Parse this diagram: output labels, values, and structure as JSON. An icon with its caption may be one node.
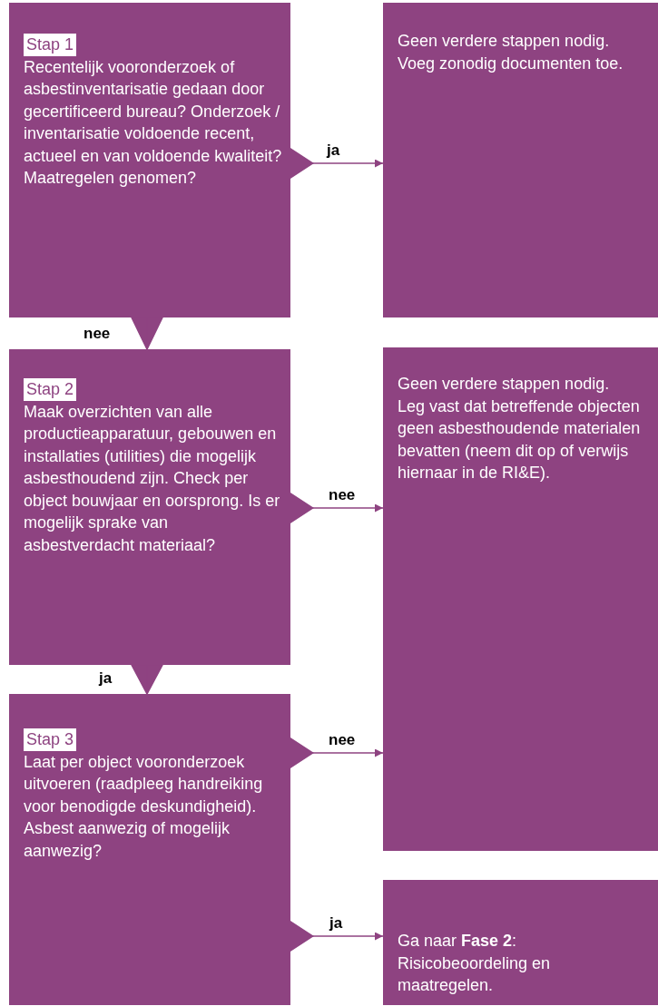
{
  "diagram": {
    "nodes": [
      {
        "text": [
          "Stap 1",
          "Recentelijk vooronderzoek of asbestinventarisatie gedaan door gecertificeerd bureau? Onderzoek / inventarisatie voldoende recent, actueel en van voldoende kwaliteit? Maatregelen genomen?"
        ]
      },
      {
        "text": [
          "Geen verdere stappen nodig. Voeg zonodig documenten toe."
        ]
      },
      {
        "text": [
          "Stap 2",
          "Maak overzichten van alle productieapparatuur, gebouwen en installaties (utilities) die mogelijk asbesthoudend zijn. Check per object bouwjaar en oorsprong. Is er mogelijk sprake van asbestverdacht materiaal?"
        ]
      },
      {
        "text": [
          "Geen verdere stappen nodig.",
          "Leg vast dat betreffende objecten geen asbesthoudende materialen bevatten (neem dit op of verwijs hiernaar in de RI&E)."
        ]
      },
      {
        "text": [
          "Stap 3",
          "Laat per object vooronderzoek uitvoeren (raadpleeg handreiking voor benodigde deskundigheid). Asbest aanwezig of mogelijk aanwezig?"
        ]
      },
      {
        "text": [
          "Ga naar **Fase 2**: Risicobeoordeling en maatregelen."
        ]
      }
    ],
    "edges": [
      {
        "from": 0,
        "to": 1,
        "arrow": "to",
        "label": "ja"
      },
      {
        "from": 0,
        "to": 2,
        "arrow": "to",
        "label": "nee"
      },
      {
        "from": 2,
        "to": 3,
        "arrow": "to",
        "label": "nee"
      },
      {
        "from": 2,
        "to": 4,
        "arrow": "to",
        "label": "ja"
      },
      {
        "from": 4,
        "to": 3,
        "arrow": "to",
        "label": "nee"
      },
      {
        "from": 4,
        "to": 5,
        "arrow": "to",
        "label": "ja"
      }
    ]
  }
}
